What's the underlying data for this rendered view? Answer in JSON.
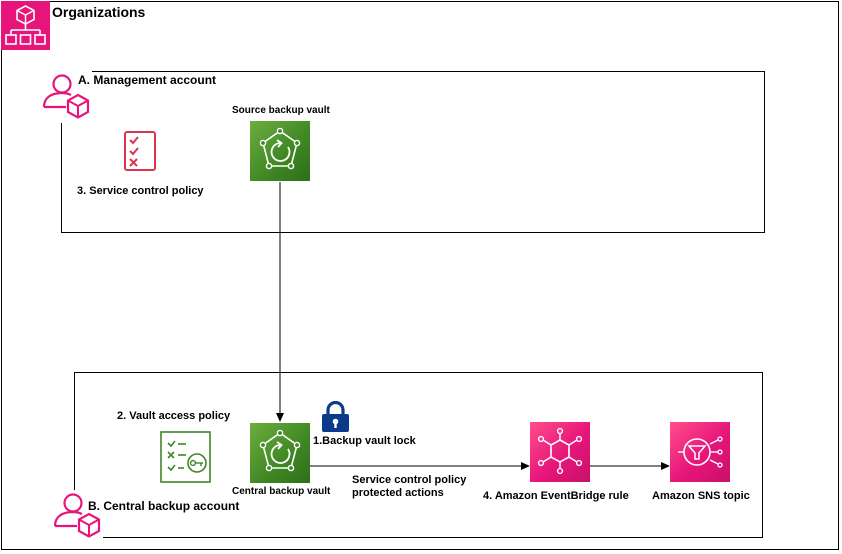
{
  "organizations": {
    "title": "Organizations"
  },
  "management_account": {
    "label": "A. Management account",
    "source_vault_label": "Source backup vault",
    "scp_label": "3. Service control policy"
  },
  "central_account": {
    "label": "B. Central backup account",
    "vault_access_policy_label": "2. Vault access policy",
    "central_vault_label": "Central backup vault",
    "vault_lock_label": "1.Backup vault lock",
    "scp_protected_line1": "Service control policy",
    "scp_protected_line2": "protected actions",
    "eventbridge_label": "4. Amazon EventBridge rule",
    "sns_label": "Amazon SNS topic"
  },
  "colors": {
    "organizations_pink": "#e7157b",
    "storage_green": "#3f8624",
    "integration_pink": "#e7157b",
    "policy_red": "#dd344c",
    "lock_blue": "#0b3a8c"
  }
}
